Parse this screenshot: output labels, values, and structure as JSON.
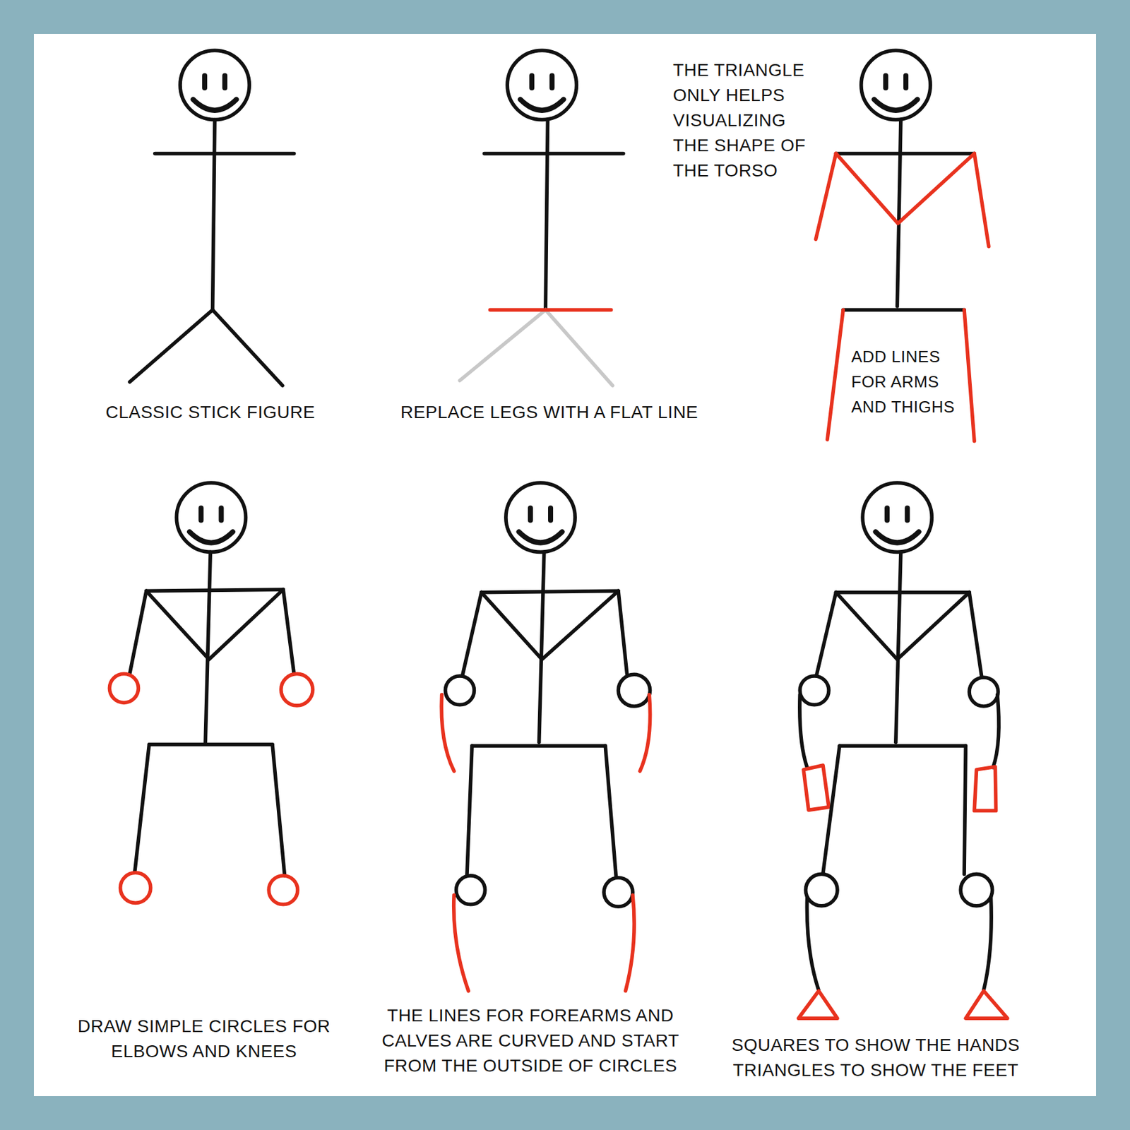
{
  "diagram": {
    "labels": [
      "CLASSIC STICK FIGURE",
      "REPLACE LEGS WITH A FLAT LINE",
      "THE TRIANGLE ONLY HELPS VISUALIZING THE SHAPE OF THE TORSO",
      "ADD LINES FOR ARMS AND THIGHS",
      "DRAW SIMPLE CIRCLES FOR ELBOWS AND KNEES",
      "THE LINES FOR FOREARMS AND CALVES ARE CURVED AND START FROM THE OUTSIDE OF CIRCLES",
      "SQUARES TO SHOW THE HANDS TRIANGLES TO SHOW THE FEET"
    ]
  }
}
